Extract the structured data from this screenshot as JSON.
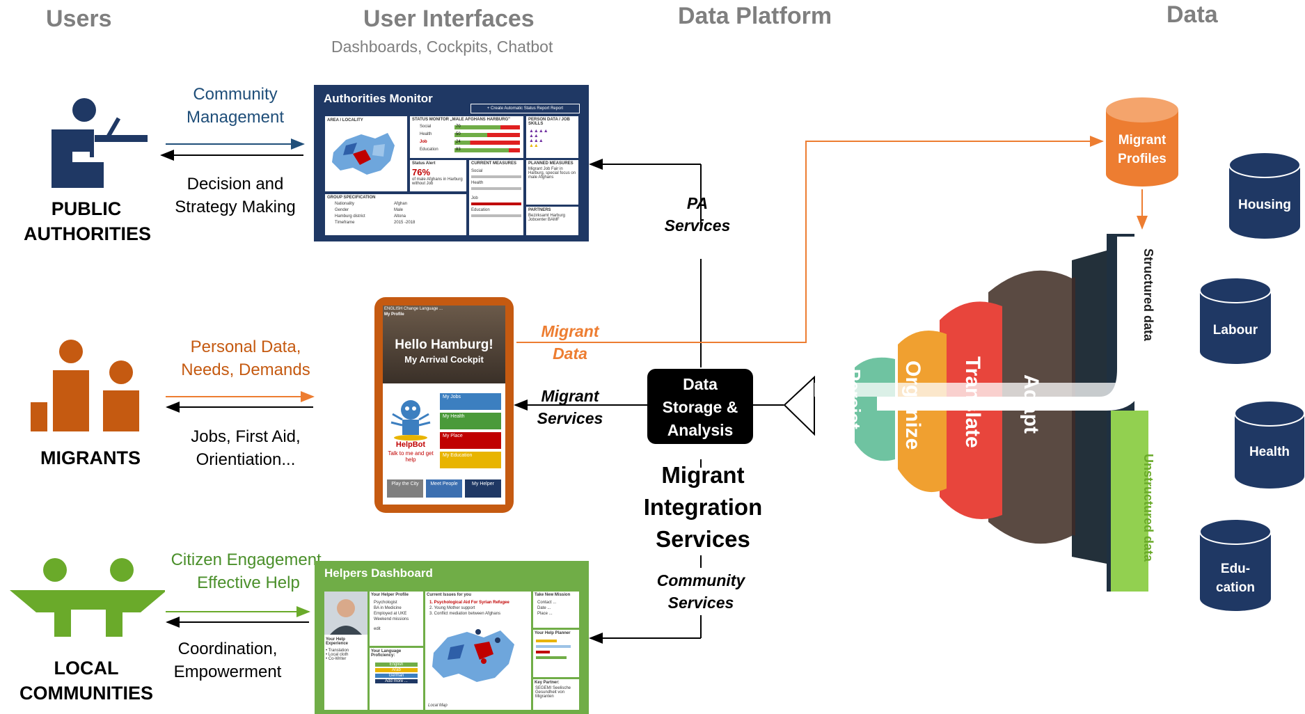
{
  "headers": {
    "users": "Users",
    "user_interfaces": "User Interfaces",
    "user_interfaces_sub": "Dashboards, Cockpits, Chatbot",
    "data_platform": "Data Platform",
    "data": "Data"
  },
  "actors": {
    "public_authorities": [
      "PUBLIC",
      "AUTHORITIES"
    ],
    "migrants": "MIGRANTS",
    "local_communities": [
      "LOCAL",
      "COMMUNITIES"
    ]
  },
  "flows": {
    "community_management": [
      "Community",
      "Management"
    ],
    "decision_strategy": [
      "Decision and",
      "Strategy Making"
    ],
    "personal_data": [
      "Personal Data,",
      "Needs, Demands"
    ],
    "jobs_first_aid": [
      "Jobs, First Aid,",
      "Orientiation..."
    ],
    "citizen_engagement": [
      "Citizen Engagement,",
      "Effective Help"
    ],
    "coordination": [
      "Coordination,",
      "Empowerment"
    ]
  },
  "services": {
    "pa_services": [
      "PA",
      "Services"
    ],
    "migrant_data": [
      "Migrant",
      "Data"
    ],
    "migrant_services": [
      "Migrant",
      "Services"
    ],
    "community_services": [
      "Community",
      "Services"
    ]
  },
  "authorities_monitor": {
    "title": "Authorities Monitor",
    "button": "+ Create Automatic Status Report Report",
    "area": "AREA / LOCALITY",
    "status_monitor": "STATUS MONITOR „MALE AFGHANS HARBURG\"",
    "status_rows": [
      {
        "label": "Social",
        "value": "70"
      },
      {
        "label": "Health",
        "value": "50"
      },
      {
        "label": "Job",
        "value": "24"
      },
      {
        "label": "Education",
        "value": "83"
      }
    ],
    "person_data": "PERSON DATA / JOB SKILLS",
    "status_alert": "Status Alert",
    "alert_pct": "76%",
    "alert_text": "of male Afghans in Harburg without Job",
    "current_measures": "CURRENT MEASURES",
    "measures": [
      "Social",
      "Health",
      "Job",
      "Education"
    ],
    "planned_measures": "PLANNED MEASURES",
    "planned_text": "Migrant Job Fair in Harburg, special focus on male Afghans",
    "partners": "PARTNERS",
    "partners_text": "Bezirksamt Harburg Jobcenter BAMF",
    "group_spec": "GROUP SPECIFICATION",
    "group_rows": [
      {
        "k": "Nationality",
        "v": "Afghan"
      },
      {
        "k": "Gender",
        "v": "Male"
      },
      {
        "k": "Hamburg district",
        "v": "Altona"
      },
      {
        "k": "Timeframe",
        "v": "2015 -2018"
      }
    ]
  },
  "cockpit": {
    "top_text": "ENGLISH Change Language ...",
    "my_profile": "My Profile",
    "hello": "Hello Hamburg!",
    "arrival": "My Arrival Cockpit",
    "helpbot": "HelpBot",
    "helpbot_sub": "Talk to me and get help",
    "tiles": [
      {
        "label": "My Jobs",
        "color": "#3c7fc0"
      },
      {
        "label": "My Health",
        "color": "#4a9a3a"
      },
      {
        "label": "My Place",
        "color": "#c00000"
      },
      {
        "label": "My Education",
        "color": "#e8b400"
      }
    ],
    "bottom": [
      {
        "label": "Play the City",
        "color": "#7f7f7f"
      },
      {
        "label": "Meet People",
        "color": "#3c6fb0"
      },
      {
        "label": "My Helper",
        "color": "#1f3864"
      }
    ]
  },
  "helpers_dashboard": {
    "title": "Helpers Dashboard",
    "profile_title": "Your Helper Profile",
    "profile_items": [
      "Psychologist",
      "BA in Medicine",
      "Employed at UKE",
      "Weekend missions"
    ],
    "experience": "Your Help Experience",
    "language": "Your Language Proficiency:",
    "languages": [
      "English",
      "Arab",
      "German"
    ],
    "add_more": "Add more ...",
    "issues_title": "Current Issues for you",
    "issues": [
      "1. Psychological Aid For Syrian Refugee",
      "2. Young Mother support",
      "3. Conflict mediation between Afghans"
    ],
    "mission_title": "Take New Mission",
    "mission_items": [
      "Contact ...",
      "Date ...",
      "Place ..."
    ],
    "planner": "Your Help Planner",
    "key_partner": "Key Partner:",
    "key_partner_text": "SEGEMI Seelische Gesundheit von Migranten",
    "local_map": "Local Map",
    "edit": "edit"
  },
  "platform": {
    "storage": [
      "Data",
      "Storage &",
      "Analysis"
    ],
    "integration": [
      "Migrant",
      "Integration",
      "Services"
    ],
    "funnel_layers": [
      {
        "label": "Persist",
        "color": "#6fc3a1"
      },
      {
        "label": "Organize",
        "color": "#f0a030"
      },
      {
        "label": "Translate",
        "color": "#e8453c"
      },
      {
        "label": "Adapt",
        "color": "#5a4a42"
      }
    ],
    "structured": "Structured data",
    "unstructured": "Unstructured data"
  },
  "data_stores": {
    "migrant_profiles": [
      "Migrant",
      "Profiles"
    ],
    "housing": "Housing",
    "labour": "Labour",
    "health": "Health",
    "education": [
      "Edu-",
      "cation"
    ]
  },
  "colors": {
    "navy": "#1f3864",
    "orange": "#c55a11",
    "orange_arrow": "#ed7d31",
    "green": "#4a8f2a",
    "green_actor": "#6aaa2a",
    "blue_text": "#1f4e79"
  }
}
